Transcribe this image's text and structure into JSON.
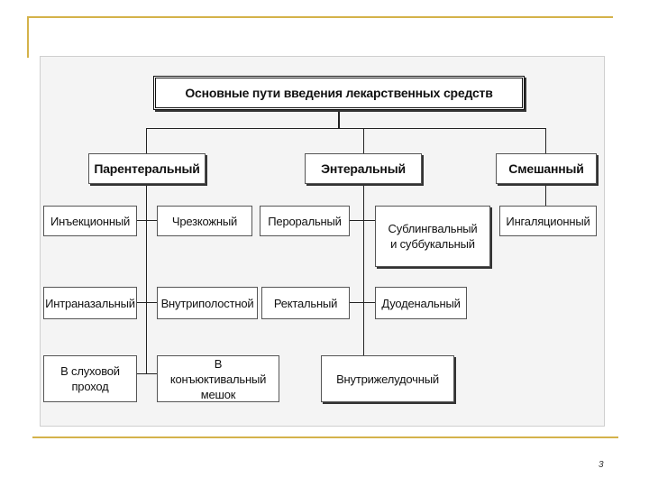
{
  "diagram": {
    "root": "Основные пути введения лекарственных средств",
    "categories": {
      "parenteral": "Парентеральный",
      "enteral": "Энтеральный",
      "mixed": "Смешанный"
    },
    "parenteral_routes": [
      "Инъекционный",
      "Чрезкожный",
      "Интраназальный",
      "Внутриполостной",
      "В слуховой проход",
      "В конъюктивальный мешок"
    ],
    "enteral_routes": [
      "Пероральный",
      "Сублингвальный и суббукальный",
      "Ректальный",
      "Дуоденальный",
      "Внутрижелудочный"
    ],
    "mixed_routes": [
      "Ингаляционный"
    ]
  },
  "slide": {
    "page_number": "3"
  },
  "colors": {
    "accent_line": "#d4b24a",
    "line": "#222222"
  }
}
